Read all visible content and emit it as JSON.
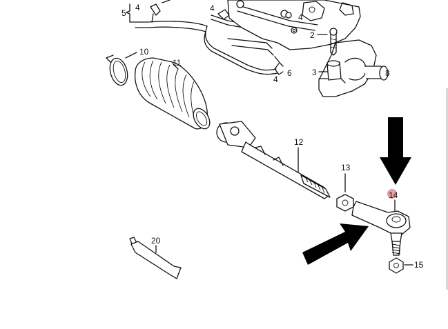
{
  "diagram": {
    "callouts": {
      "c2": "2",
      "c3": "3",
      "c4a": "4",
      "c4b": "4",
      "c4c": "4",
      "c4d": "4",
      "c5": "5",
      "c6": "6",
      "c8": "8",
      "c10": "10",
      "c11": "11",
      "c12": "12",
      "c13": "13",
      "c14": "14",
      "c15": "15",
      "c20": "20"
    },
    "colors": {
      "line": "#111111",
      "arrow": "#000000",
      "highlight": "#e8a0a4",
      "background": "#ffffff"
    }
  }
}
